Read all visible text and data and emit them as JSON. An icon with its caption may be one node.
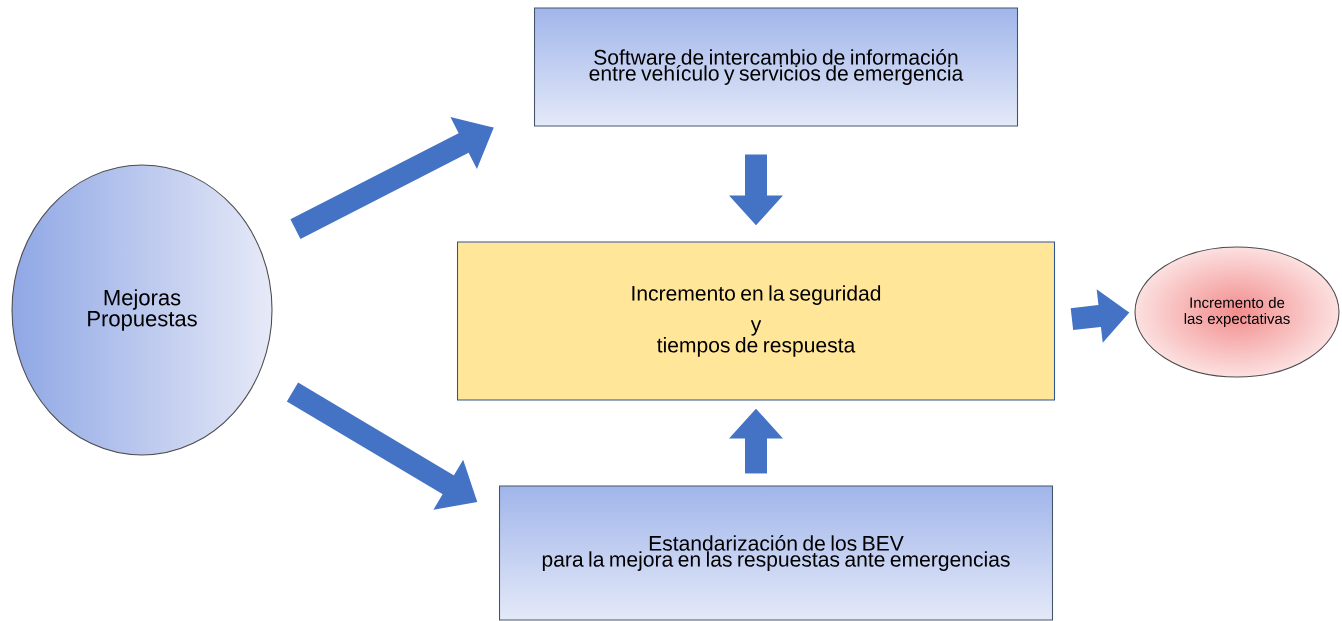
{
  "diagram": {
    "nodes": [
      {
        "text": [
          "Mejoras Propuestas"
        ]
      },
      {
        "text": [
          "Software de intercambio de información entre vehículo y servicios de emergencia"
        ]
      },
      {
        "text": [
          "Incremento en la seguridad",
          "y",
          "tiempos de respuesta"
        ]
      },
      {
        "text": [
          "Estandarización de los BEV",
          "para la mejora en las respuestas ante emergencias"
        ]
      },
      {
        "text": [
          "Incremento de las expectativas"
        ]
      }
    ],
    "edges": [
      {
        "from": 0,
        "to": 1,
        "arrow": "to"
      },
      {
        "from": 0,
        "to": 3,
        "arrow": "to"
      },
      {
        "from": 1,
        "to": 2,
        "arrow": "to"
      },
      {
        "from": 3,
        "to": 2,
        "arrow": "to"
      },
      {
        "from": 2,
        "to": 4,
        "arrow": "to"
      }
    ]
  }
}
